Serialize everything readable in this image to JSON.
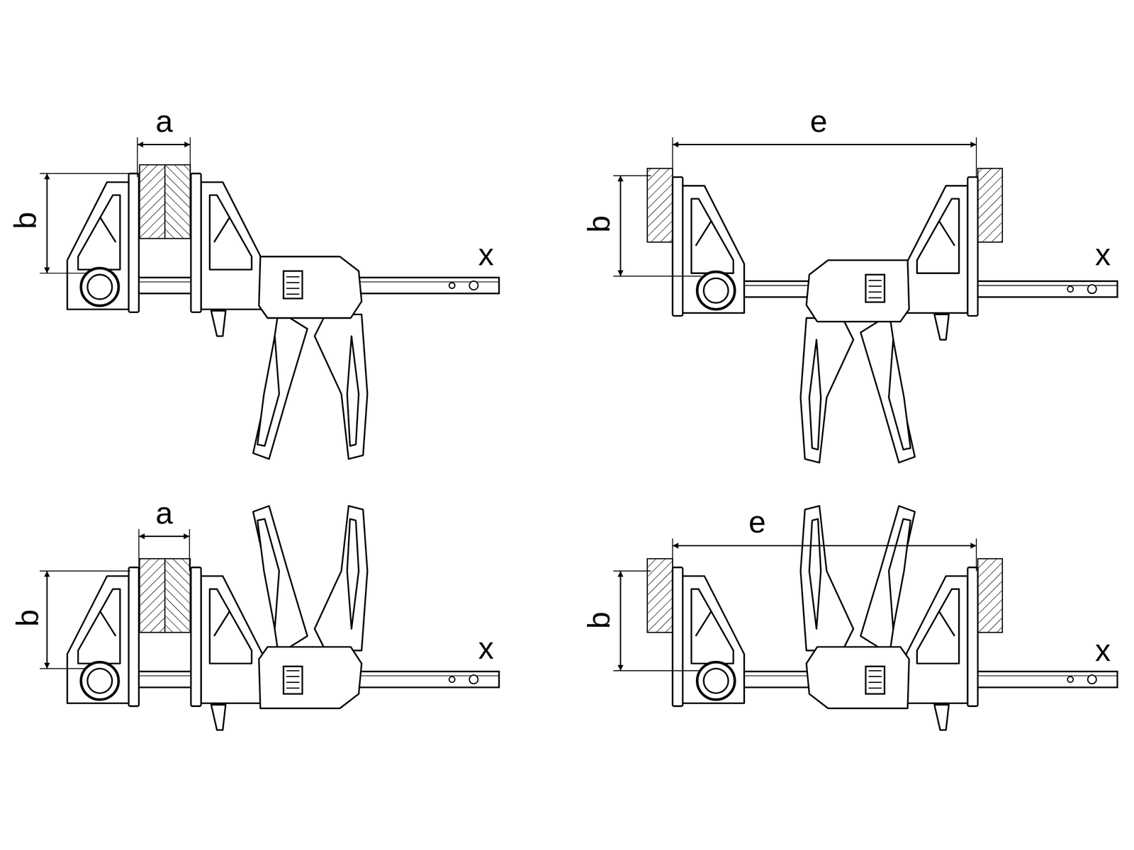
{
  "diagram": {
    "labels": [
      "a",
      "b",
      "x",
      "e",
      "b",
      "x",
      "a",
      "b",
      "x",
      "e",
      "b",
      "x"
    ]
  }
}
